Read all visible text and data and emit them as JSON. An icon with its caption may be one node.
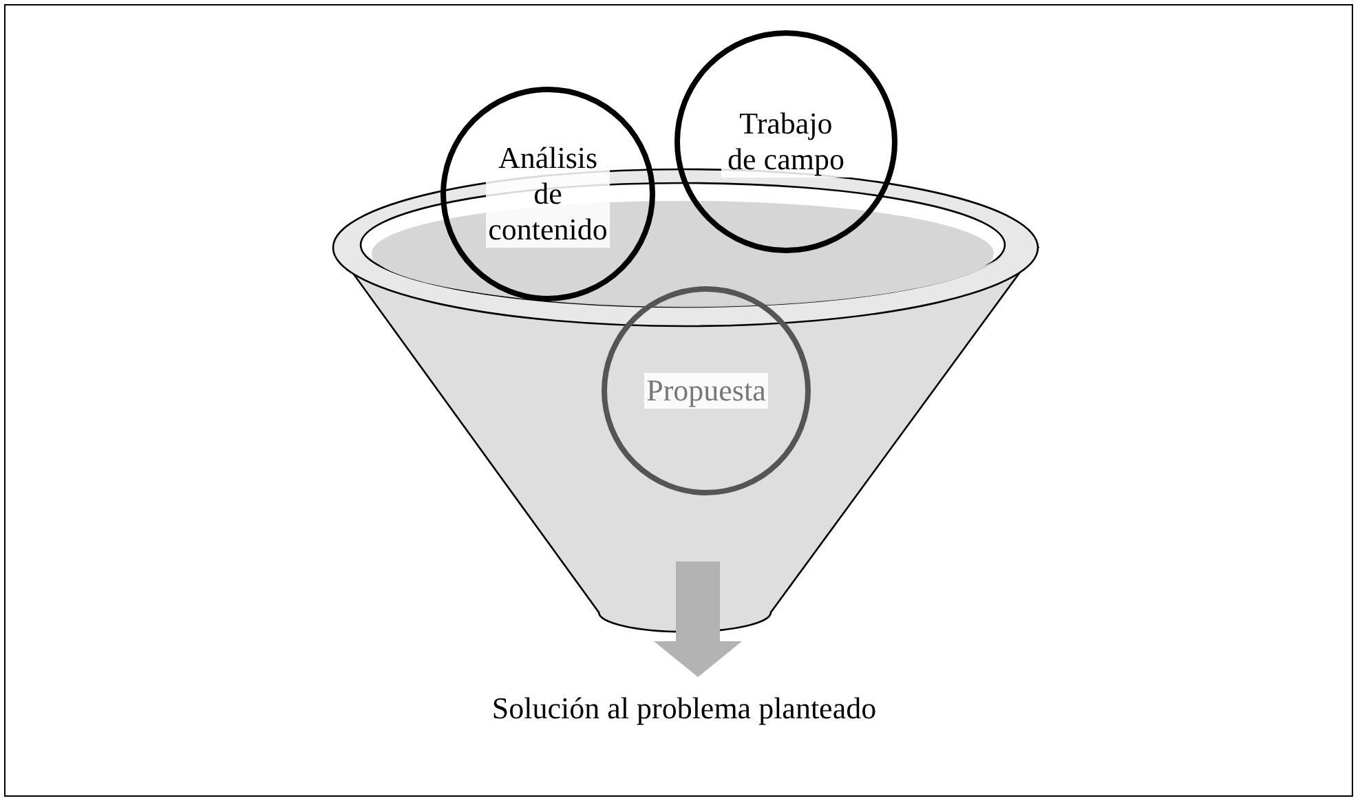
{
  "diagram": {
    "nodes": [
      {
        "text": [],
        "shape": "funnel"
      },
      {
        "text": [
          "Análisis de contenido"
        ]
      },
      {
        "text": [
          "Trabajo de campo"
        ]
      },
      {
        "text": [
          "Propuesta"
        ],
        "in": 0
      },
      {
        "text": [
          "Solución al problema planteado"
        ]
      }
    ],
    "edges": [
      {
        "from": 0,
        "to": 4,
        "arrow": "to",
        "color": "#b3b3b3",
        "style": "thick"
      }
    ]
  }
}
